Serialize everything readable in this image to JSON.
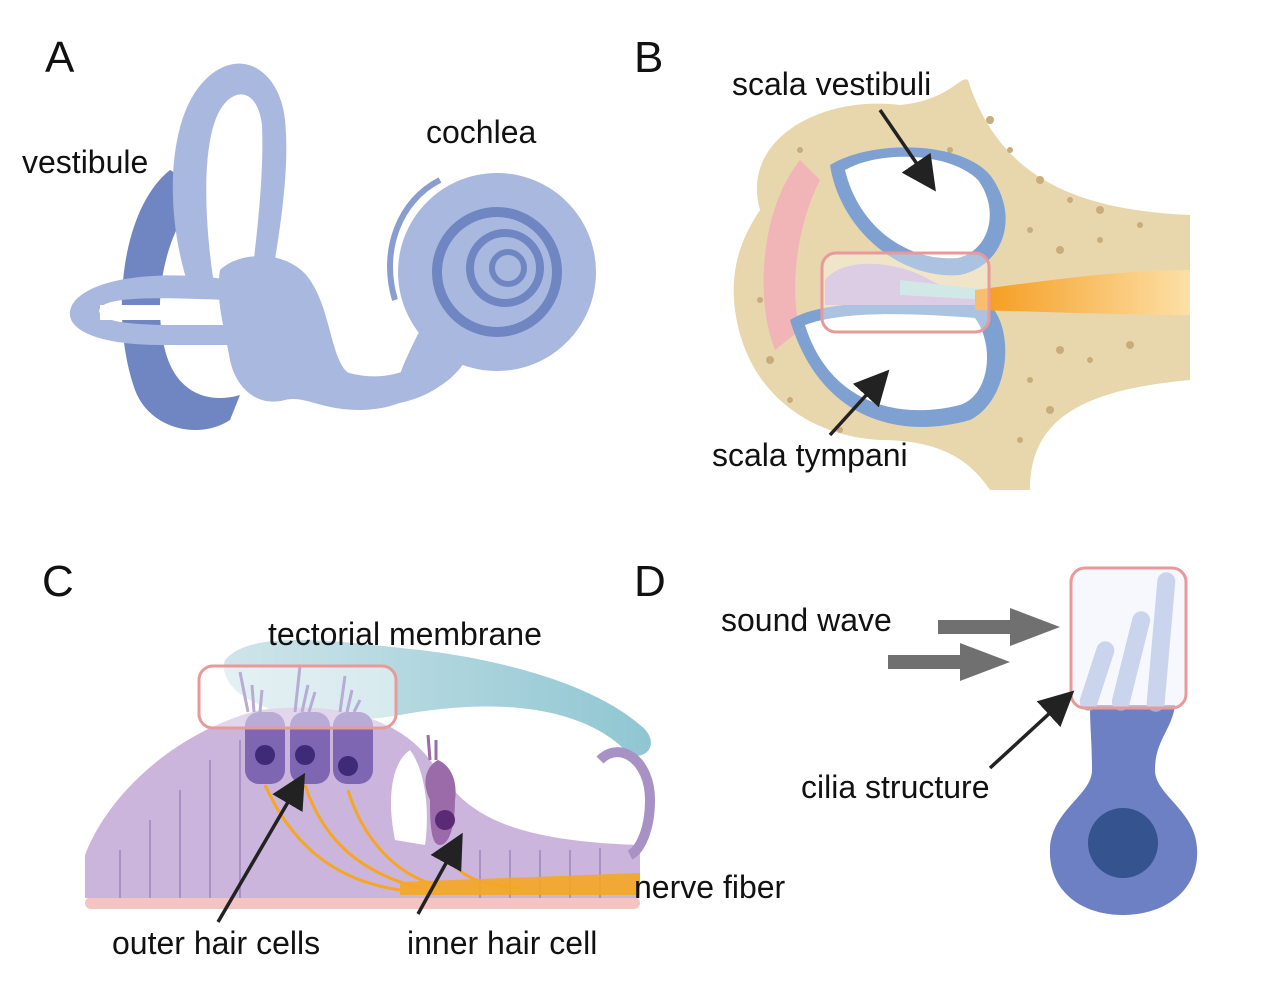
{
  "panels": {
    "a": {
      "letter": "A",
      "vestibule": "vestibule",
      "cochlea": "cochlea"
    },
    "b": {
      "letter": "B",
      "scala_vestibuli": "scala vestibuli",
      "scala_tympani": "scala tympani"
    },
    "c": {
      "letter": "C",
      "tectorial_membrane": "tectorial membrane",
      "outer_hair_cells": "outer hair cells",
      "inner_hair_cell": "inner hair cell",
      "nerve_fiber": "nerve fiber"
    },
    "d": {
      "letter": "D",
      "sound_wave": "sound wave",
      "cilia_structure": "cilia structure"
    }
  },
  "colors": {
    "labyrinth": "#a9b8df",
    "labyrinth_dark": "#6f86c2",
    "bone": "#e8d7ad",
    "highlight_box": "#e89a9a",
    "nerve": "#f5a623",
    "cell_purple": "#cbb5dc",
    "hair_cell": "#7e66b3",
    "membrane": "#a9d3dc",
    "hair_cell_body": "#6e80c4",
    "nucleus": "#34538f",
    "arrow": "#222222",
    "sound_arrow": "#707070"
  }
}
